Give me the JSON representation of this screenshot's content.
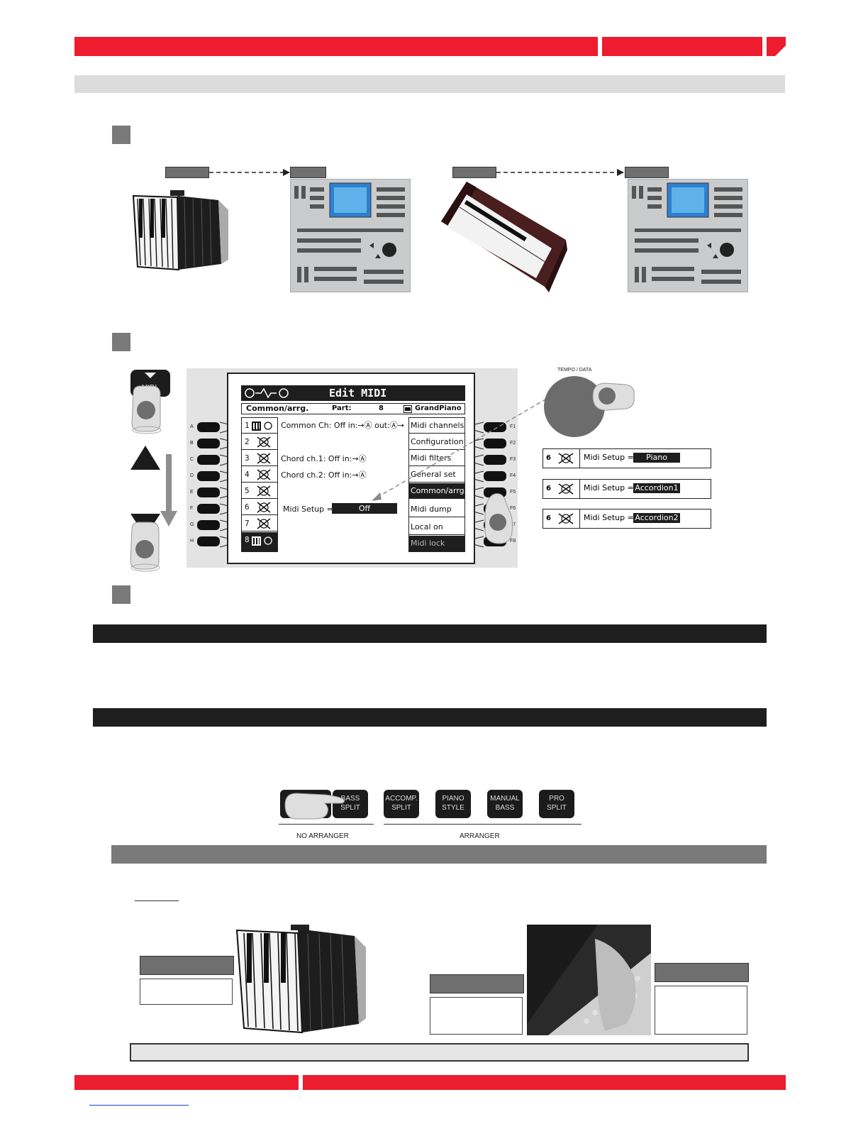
{
  "screen": {
    "title": "Edit MIDI",
    "subtitle": "Common/arrg.",
    "part_label": "Part:",
    "part_value": "8",
    "sound_name": "GrandPiano",
    "tracks": [
      "1",
      "2",
      "3",
      "4",
      "5",
      "6",
      "7",
      "8"
    ],
    "lines": [
      {
        "label": "Common  Ch",
        "text": ": Off  in:→Ⓐ  out:Ⓐ→"
      },
      {
        "label": "Chord ch.1",
        "text": ": Off  in:→Ⓐ"
      },
      {
        "label": "Chord ch.2",
        "text": ": Off  in:→Ⓐ"
      }
    ],
    "midi_setup_label": "Midi Setup  =",
    "midi_setup_value": "Off",
    "menu": [
      "Midi channels",
      "Configuration",
      "Midi filters",
      "General set",
      "Common/arrg.",
      "Midi dump",
      "Local on",
      "Midi lock"
    ],
    "left_keys": [
      "A",
      "B",
      "C",
      "D",
      "E",
      "F",
      "G",
      "H"
    ],
    "right_keys": [
      "F1",
      "F2",
      "F3",
      "F4",
      "F5",
      "F6",
      "F7",
      "F8"
    ]
  },
  "midi_button_label": "MIDI",
  "dial_label": "TEMPO / DATA",
  "setup_rows": [
    {
      "track": "6",
      "label": "Midi Setup  =",
      "value": "Piano"
    },
    {
      "track": "6",
      "label": "Midi Setup  =",
      "value": "Accordion1"
    },
    {
      "track": "6",
      "label": "Midi Setup  =",
      "value": "Accordion2"
    }
  ],
  "mode_buttons": [
    {
      "line1": "BASS",
      "line2": "SPLIT"
    },
    {
      "line1": "ACCOMP.",
      "line2": "SPLIT"
    },
    {
      "line1": "PIANO",
      "line2": "STYLE"
    },
    {
      "line1": "MANUAL",
      "line2": "BASS"
    },
    {
      "line1": "PRO",
      "line2": "SPLIT"
    }
  ],
  "group_labels": {
    "no_arranger": "NO ARRANGER",
    "arranger": "ARRANGER"
  },
  "colors": {
    "accent_red": "#ed1c2e",
    "tag_grey": "#6f6f6f",
    "lcd_dark": "#1e1e1e"
  }
}
